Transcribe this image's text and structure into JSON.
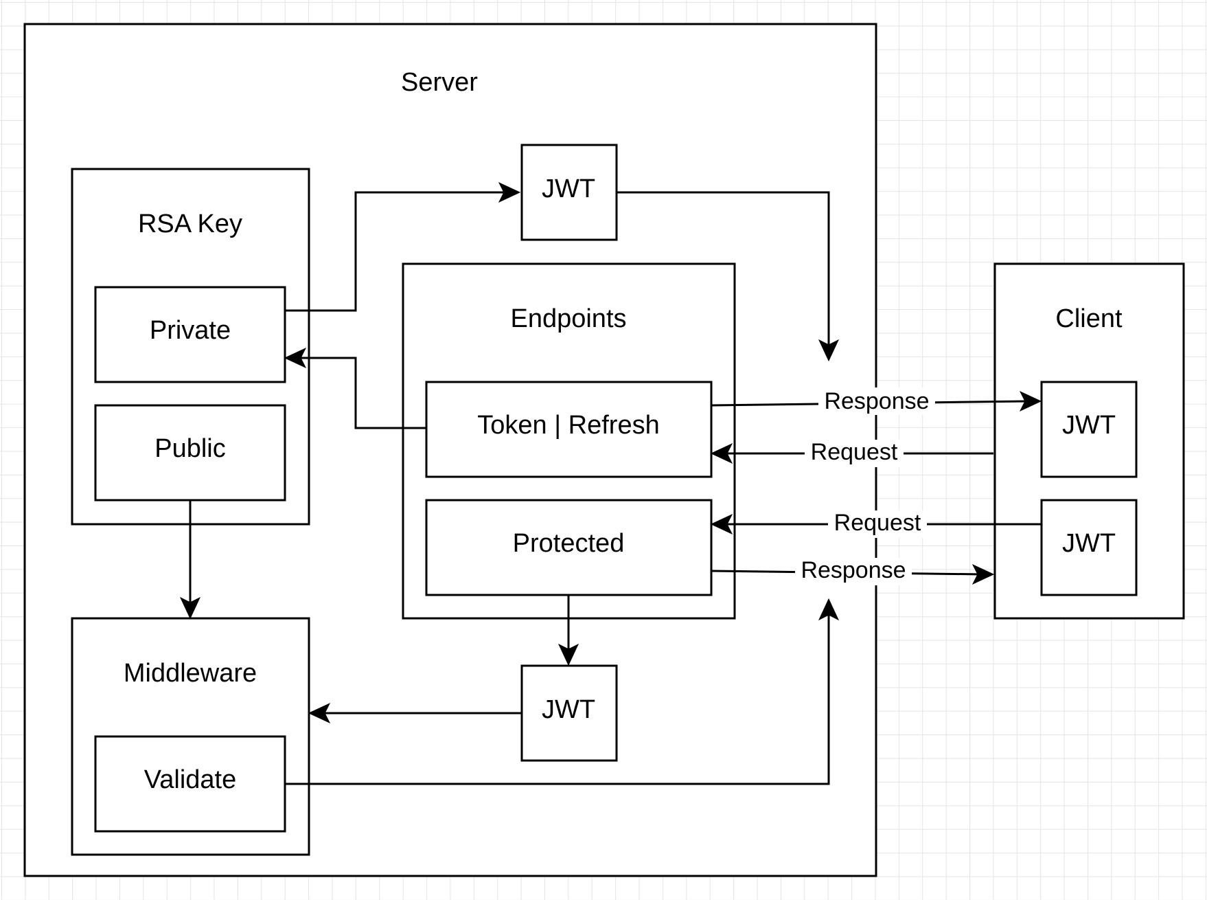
{
  "colors": {
    "background": "#ffffff",
    "grid": "#e4e4e4",
    "stroke": "#000000",
    "text": "#000000"
  },
  "server": {
    "title": "Server",
    "rsa_key": {
      "title": "RSA Key",
      "private_label": "Private",
      "public_label": "Public"
    },
    "jwt_top_label": "JWT",
    "endpoints": {
      "title": "Endpoints",
      "token_refresh_label": "Token | Refresh",
      "protected_label": "Protected"
    },
    "jwt_bottom_label": "JWT",
    "middleware": {
      "title": "Middleware",
      "validate_label": "Validate"
    }
  },
  "client": {
    "title": "Client",
    "jwt_top_label": "JWT",
    "jwt_bottom_label": "JWT"
  },
  "connections": {
    "response_to_client_label": "Response",
    "request_from_client_label": "Request",
    "protected_request_label": "Request",
    "protected_response_label": "Response"
  }
}
